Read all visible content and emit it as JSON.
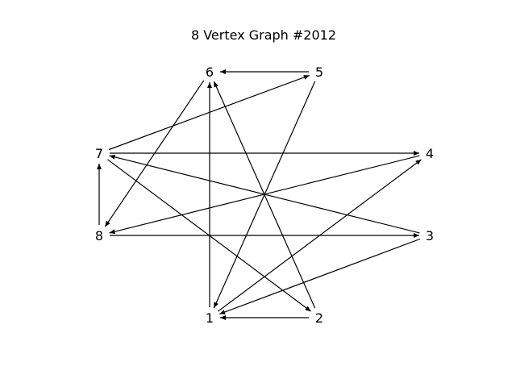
{
  "diagram": {
    "title": "8 Vertex Graph #2012",
    "nodes": [
      {
        "id": "1",
        "label": "1"
      },
      {
        "id": "2",
        "label": "2"
      },
      {
        "id": "3",
        "label": "3"
      },
      {
        "id": "4",
        "label": "4"
      },
      {
        "id": "5",
        "label": "5"
      },
      {
        "id": "6",
        "label": "6"
      },
      {
        "id": "7",
        "label": "7"
      },
      {
        "id": "8",
        "label": "8"
      }
    ],
    "edges": [
      {
        "from": "5",
        "to": "6"
      },
      {
        "from": "6",
        "to": "8"
      },
      {
        "from": "7",
        "to": "5"
      },
      {
        "from": "7",
        "to": "4"
      },
      {
        "from": "7",
        "to": "2"
      },
      {
        "from": "3",
        "to": "7"
      },
      {
        "from": "5",
        "to": "1"
      },
      {
        "from": "2",
        "to": "6"
      },
      {
        "from": "1",
        "to": "6"
      },
      {
        "from": "8",
        "to": "7"
      },
      {
        "from": "8",
        "to": "3"
      },
      {
        "from": "4",
        "to": "8"
      },
      {
        "from": "1",
        "to": "4"
      },
      {
        "from": "3",
        "to": "1"
      },
      {
        "from": "2",
        "to": "1"
      }
    ],
    "colors": {
      "ink": "#000000",
      "background": "#ffffff"
    }
  }
}
